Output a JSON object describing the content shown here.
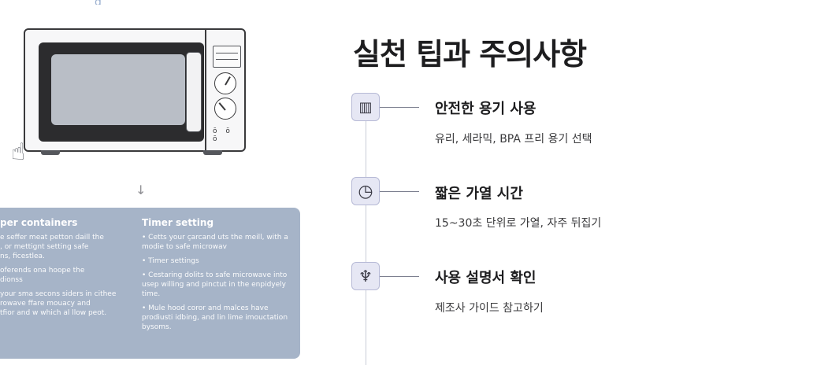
{
  "illustration": {
    "top_fragment": "g",
    "display_buttons": "ō ō ō",
    "arrow": "↓",
    "hand": "☝",
    "left_column": {
      "heading": "per containers",
      "lines": [
        "e seffer meat petton daill the",
        ", or mettignt setting safe",
        "ns, ficestlea.",
        "oferends ona hoope the",
        "dionss",
        "your sma secons siders in cithee",
        "rowave ffare mouacy and",
        "tfior and w which al llow peot."
      ]
    },
    "right_column": {
      "heading": "Timer setting",
      "lines": [
        "• Cetts your çarcand uts the meill, with a modie to safe microwav",
        "• Timer settings",
        "• Cestaring dolits to safe microwave into usep willing and pinctut in the enpidyely time.",
        "• Mule hood coror and malces have prodiusti idbing, and lin lime imouctation bysoms."
      ]
    }
  },
  "section": {
    "title": "실천 팁과 주의사항"
  },
  "tips": [
    {
      "icon": "container-icon",
      "glyph": "▥",
      "title": "안전한 용기 사용",
      "desc": "유리, 세라믹, BPA 프리 용기 선택"
    },
    {
      "icon": "timer-icon",
      "glyph": "◷",
      "title": "짧은 가열 시간",
      "desc": "15~30초 단위로 가열, 자주 뒤집기"
    },
    {
      "icon": "manual-icon",
      "glyph": "♆",
      "title": "사용 설명서 확인",
      "desc": "제조사 가이드 참고하기"
    }
  ],
  "colors": {
    "card": "#a6b4c8",
    "icon_bg": "#e6e7f4",
    "timeline": "#c9ccd8"
  }
}
